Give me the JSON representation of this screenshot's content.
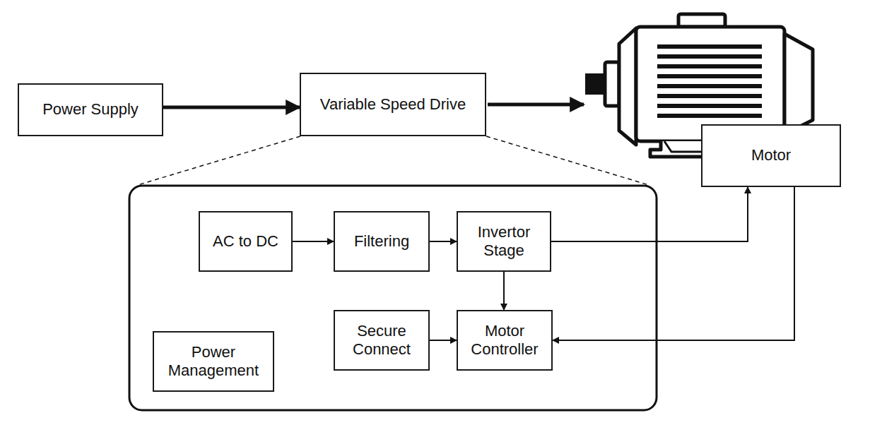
{
  "diagram": {
    "nodes": [
      {
        "text": [
          "Power Supply"
        ]
      },
      {
        "text": [
          "Variable Speed Drive"
        ]
      },
      {
        "text": [
          "Motor"
        ]
      },
      {
        "text": [
          "AC to DC"
        ]
      },
      {
        "text": [
          "Filtering"
        ]
      },
      {
        "text": [
          "Invertor Stage"
        ]
      },
      {
        "text": [
          "Secure Connect"
        ]
      },
      {
        "text": [
          "Motor Controller"
        ]
      },
      {
        "text": [
          "Power Management"
        ]
      }
    ],
    "edges": [
      {
        "from": 0,
        "to": 1,
        "arrow": "to"
      },
      {
        "from": 3,
        "to": 4,
        "arrow": "to"
      },
      {
        "from": 4,
        "to": 5,
        "arrow": "to"
      },
      {
        "from": 5,
        "to": 7,
        "arrow": "to"
      },
      {
        "from": 6,
        "to": 7,
        "arrow": "to"
      },
      {
        "from": 5,
        "to": 2,
        "arrow": "to"
      },
      {
        "from": 2,
        "to": 7,
        "arrow": "to"
      }
    ]
  }
}
